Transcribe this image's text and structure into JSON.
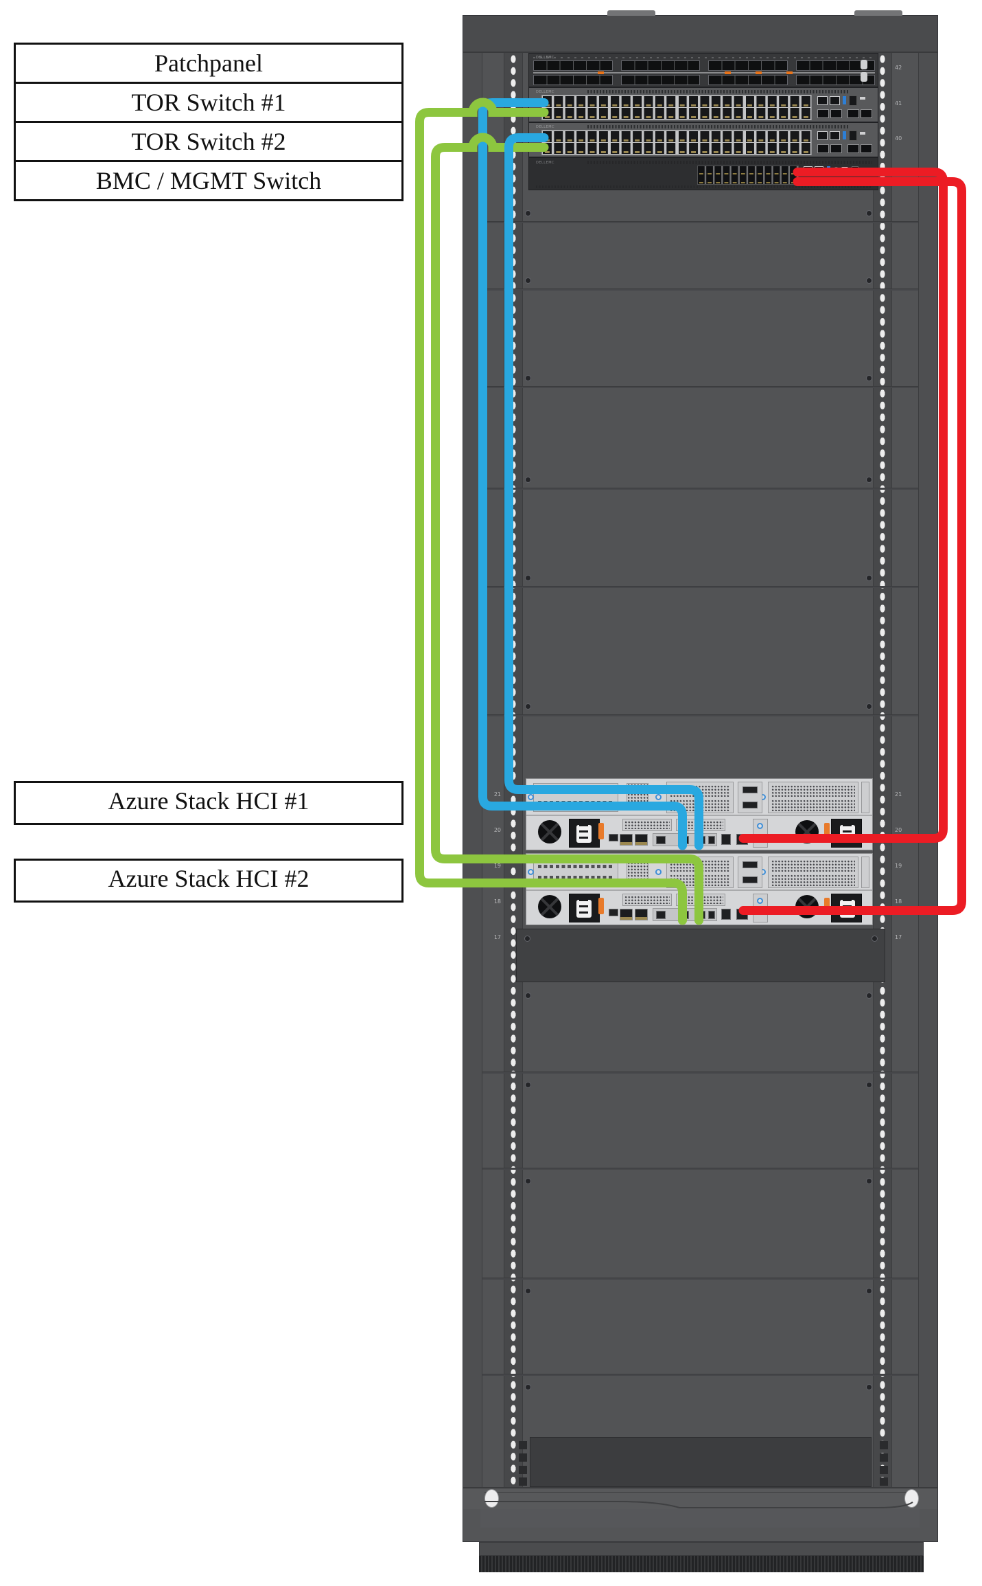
{
  "labels": {
    "patchpanel": "Patchpanel",
    "tor1": "TOR Switch #1",
    "tor2": "TOR Switch #2",
    "bmc": "BMC / MGMT Switch",
    "hci1": "Azure Stack HCI #1",
    "hci2": "Azure Stack HCI #2"
  },
  "rack": {
    "device_brand_text": "DELLEMC",
    "unit_numbers_top": [
      "42",
      "41",
      "40"
    ],
    "unit_numbers_servers": [
      "21",
      "20",
      "19",
      "18",
      "17"
    ]
  },
  "cables": {
    "colors": {
      "blue": "#29a8e0",
      "green": "#8dc63f",
      "red": "#ec1c24"
    },
    "connections": [
      {
        "cable": "blue",
        "from": "TOR Switch #1",
        "to": "Azure Stack HCI #1"
      },
      {
        "cable": "blue",
        "from": "TOR Switch #2",
        "to": "Azure Stack HCI #1"
      },
      {
        "cable": "green",
        "from": "TOR Switch #1",
        "to": "Azure Stack HCI #2"
      },
      {
        "cable": "green",
        "from": "TOR Switch #2",
        "to": "Azure Stack HCI #2"
      },
      {
        "cable": "red",
        "from": "BMC / MGMT Switch",
        "to": "Azure Stack HCI #1"
      },
      {
        "cable": "red",
        "from": "BMC / MGMT Switch",
        "to": "Azure Stack HCI #2"
      }
    ]
  }
}
